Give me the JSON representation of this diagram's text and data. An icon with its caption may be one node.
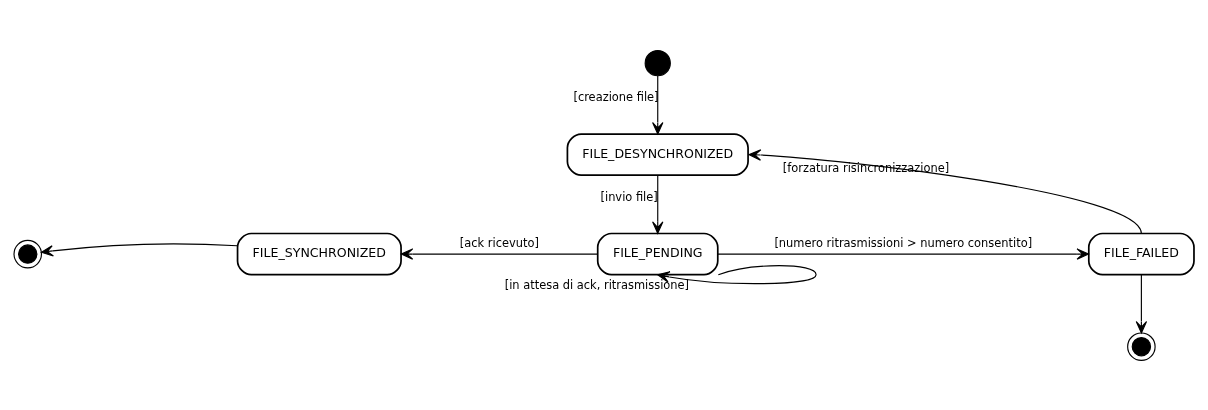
{
  "diagram": {
    "nodes": [
      {
        "text": [],
        "shape": "circle"
      },
      {
        "text": [
          "FILE_DESYNCHRONIZED"
        ]
      },
      {
        "text": [
          "FILE_PENDING"
        ]
      },
      {
        "text": [
          "FILE_SYNCHRONIZED"
        ]
      },
      {
        "text": [],
        "shape": "doublecircle"
      },
      {
        "text": [
          "FILE_FAILED"
        ]
      },
      {
        "text": [],
        "shape": "doublecircle"
      }
    ],
    "edges": [
      {
        "from": 0,
        "to": 1,
        "arrow": "to",
        "label": "[creazione file]"
      },
      {
        "from": 1,
        "to": 2,
        "arrow": "to",
        "label": "[invio file]"
      },
      {
        "from": 2,
        "to": 3,
        "arrow": "to",
        "label": "[ack ricevuto]"
      },
      {
        "from": 3,
        "to": 4,
        "arrow": "to"
      },
      {
        "from": 2,
        "to": 5,
        "arrow": "to",
        "label": "[numero ritrasmissioni > numero consentito]"
      },
      {
        "from": 2,
        "to": 2,
        "arrow": "to",
        "label": "[in attesa di ack, ritrasmissione]"
      },
      {
        "from": 5,
        "to": 1,
        "arrow": "to",
        "label": "[forzatura risincronizzazione]"
      },
      {
        "from": 5,
        "to": 6,
        "arrow": "to"
      }
    ]
  }
}
